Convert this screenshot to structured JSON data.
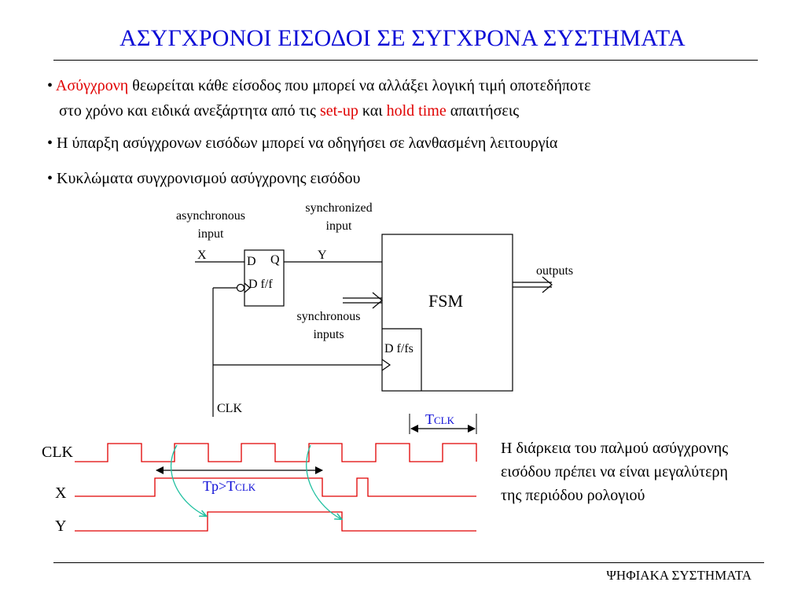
{
  "slide": {
    "title": "ΑΣΥΓΧΡΟΝΟΙ ΕΙΣΟΔΟΙ ΣΕ ΣΥΓΧΡΟΝΑ ΣΥΣΤΗΜΑΤΑ",
    "footer": "ΨΗΦΙΑΚΑ ΣΥΣΤΗΜΑΤΑ"
  },
  "bullets": [
    {
      "marker": "•",
      "red_lead": "Ασύγχρονη",
      "text_a": " θεωρείται κάθε είσοδος που μπορεί να αλλάξει λογική τιμή οποτεδήποτε",
      "text_b": "στο χρόνο και ειδικά ανεξάρτητα από τις ",
      "red_setup": "set-up",
      "text_c": " και ",
      "red_hold": "hold time",
      "text_d": " απαιτήσεις"
    },
    {
      "marker": "•",
      "text": "Η ύπαρξη ασύγχρονων εισόδων μπορεί να οδηγήσει σε λανθασμένη λειτουργία"
    },
    {
      "marker": "•",
      "text": "Κυκλώματα συγχρονισμού ασύγχρονης εισόδου"
    }
  ],
  "circuit": {
    "async_input_label_1": "asynchronous",
    "async_input_label_2": "input",
    "sync_input_label_1": "synchronized",
    "sync_input_label_2": "input",
    "x_label": "X",
    "y_label": "Y",
    "ff_d": "D",
    "ff_q": "Q",
    "ff_name": "D f/f",
    "fsm_label": "FSM",
    "outputs_label": "outputs",
    "sync_inputs_label_1": "synchronous",
    "sync_inputs_label_2": "inputs",
    "ffs_name": "D f/fs",
    "clk_label": "CLK"
  },
  "timing": {
    "clk_label": "CLK",
    "x_label": "X",
    "y_label": "Y",
    "tclk_main": "T",
    "tclk_sub": "CLK",
    "tp_main": "Tp>T",
    "tp_sub": "CLK",
    "signal_color": "#e00000",
    "arrow_color": "#20c0a0",
    "annotation_color": "#0a0ad6"
  },
  "note": {
    "line1": "Η διάρκεια του παλμού ασύγχρονης",
    "line2": "εισόδου πρέπει να είναι μεγαλύτερη",
    "line3": "της περιόδου ρολογιού"
  }
}
